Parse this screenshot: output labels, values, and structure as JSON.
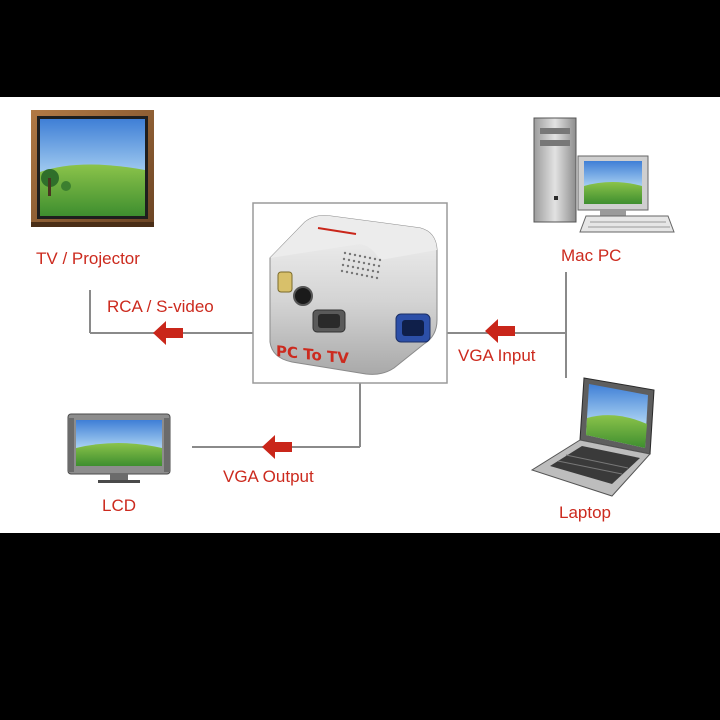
{
  "labels": {
    "tv": "TV / Projector",
    "rca": "RCA / S-video",
    "mac": "Mac PC",
    "vga_input": "VGA Input",
    "device": "PC To TV",
    "lcd": "LCD",
    "vga_output": "VGA Output",
    "laptop": "Laptop"
  },
  "colors": {
    "label": "#cc2a1e",
    "arrow": "#c9261a",
    "line": "#8a8a8a",
    "background": "#000000",
    "panel": "#ffffff"
  },
  "icons": [
    "tv-icon",
    "lcd-icon",
    "desktop-pc-icon",
    "laptop-icon",
    "arrow-left-icon",
    "vga-converter-box"
  ]
}
